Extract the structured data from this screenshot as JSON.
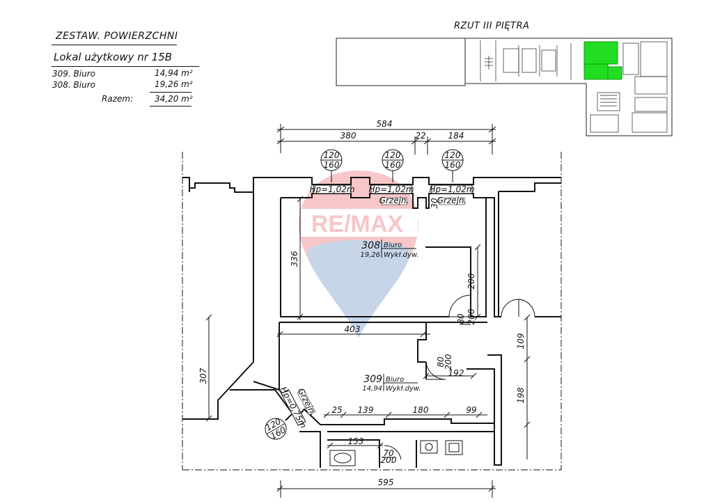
{
  "summary": {
    "heading": "ZESTAW. POWIERZCHNI",
    "unit_title": "Lokal użytkowy nr 15B",
    "rows": [
      {
        "name": "309. Biuro",
        "area": "14,94 m²"
      },
      {
        "name": "308. Biuro",
        "area": "19,26 m²"
      }
    ],
    "total_label": "Razem:",
    "total_value": "34,20 m²"
  },
  "key_plan": {
    "title": "RZUT III PIĘTRA",
    "highlight_color": "#22dd22"
  },
  "rooms": [
    {
      "number": "308",
      "name": "Biuro",
      "area": "19,26",
      "floor": "Wykł.dyw."
    },
    {
      "number": "309",
      "name": "Biuro",
      "area": "14,94",
      "floor": "Wykł.dyw."
    }
  ],
  "dimensions": {
    "top_total": "584",
    "top_a": "380",
    "top_b": "22",
    "top_c": "184",
    "bottom_total": "595",
    "room308_height": "336",
    "room308_right": "200",
    "room309_width": "403",
    "left_wall": "307",
    "right_109": "109",
    "right_198": "198",
    "corridor_192": "192",
    "strip_25": "25",
    "strip_139": "139",
    "strip_180": "180",
    "strip_99": "99",
    "bath_153": "153",
    "notch_30": "30"
  },
  "windows": [
    {
      "top": "120",
      "bottom": "160"
    },
    {
      "top": "120",
      "bottom": "160"
    },
    {
      "top": "120",
      "bottom": "160"
    },
    {
      "top": "120",
      "bottom": "160"
    }
  ],
  "sill_labels": [
    "Hp=1,02m",
    "Hp=1,02m",
    "Hp=1,02m",
    "Hp=0,75m"
  ],
  "heater_labels": [
    "Grzejn.",
    "Grzejn.",
    "Grzejn."
  ],
  "doors": [
    {
      "top": "80",
      "bottom": "200"
    },
    {
      "top": "80",
      "bottom": "200"
    },
    {
      "top": "70",
      "bottom": "200"
    }
  ],
  "watermark": {
    "text": "RE/MAX",
    "color_red": "#e2363c",
    "color_blue": "#3b6db3"
  }
}
